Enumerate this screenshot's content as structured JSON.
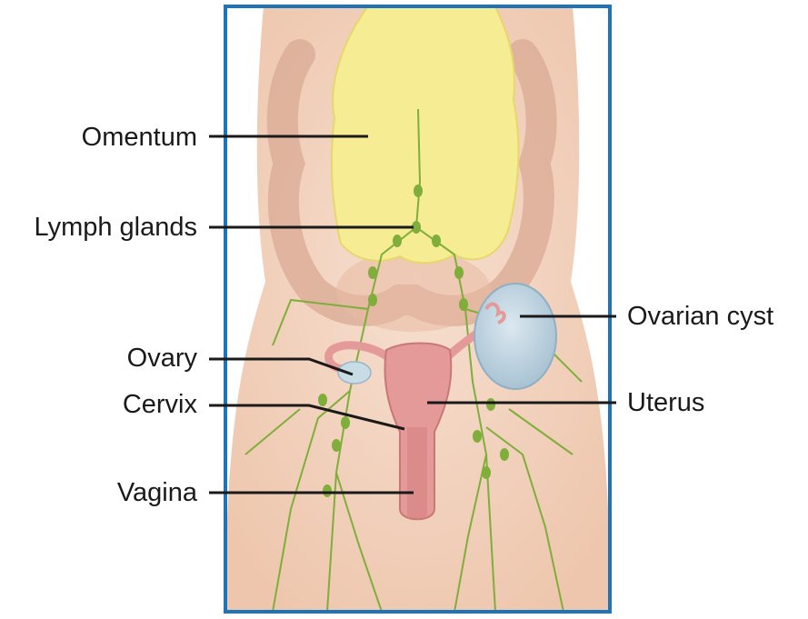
{
  "labels": {
    "omentum": "Omentum",
    "lymph_glands": "Lymph glands",
    "ovary": "Ovary",
    "cervix": "Cervix",
    "vagina": "Vagina",
    "ovarian_cyst": "Ovarian cyst",
    "uterus": "Uterus"
  },
  "colors": {
    "frame": "#1f73b7",
    "skin": "#f3d6c2",
    "omentum": "#f6ec93",
    "lymph": "#7fae3a",
    "uterus": "#e59a9a",
    "cyst": "#bcd4e2",
    "leader_line": "#1a1a1a"
  }
}
